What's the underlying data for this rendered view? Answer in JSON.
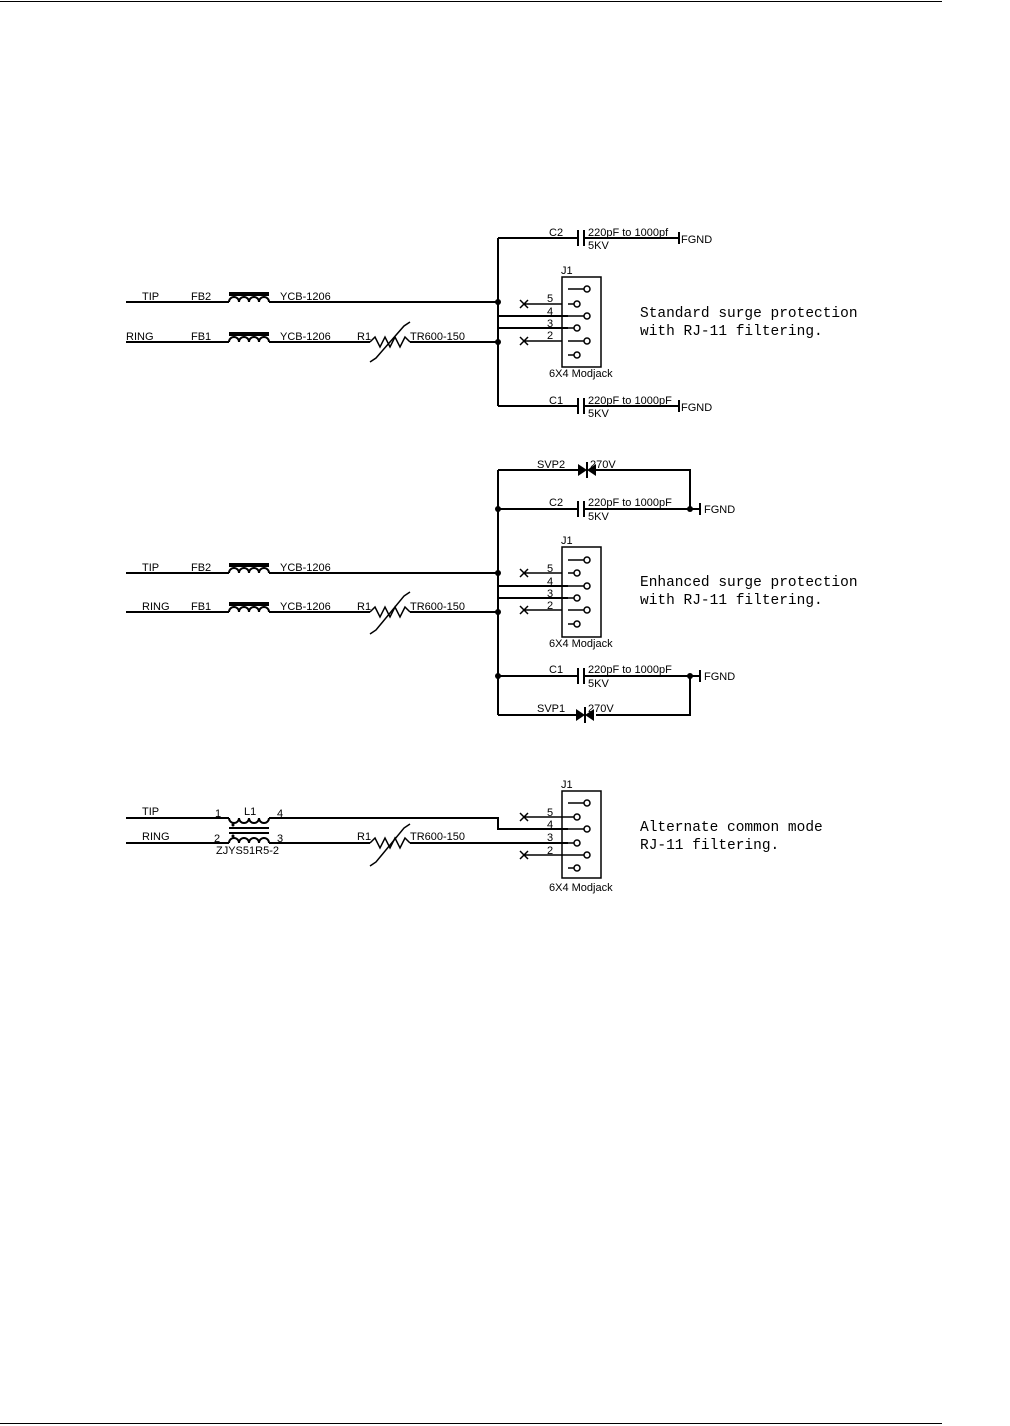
{
  "diagrams": [
    {
      "caption": [
        "Standard surge protection",
        "with RJ-11 filtering."
      ],
      "labels": {
        "tip": "TIP",
        "ring": "RING",
        "fb2": "FB2",
        "fb1": "FB1",
        "fb2_part": "YCB-1206",
        "fb1_part": "YCB-1206",
        "r1": "R1",
        "r1_part": "TR600-150",
        "c2": "C2",
        "c2_value": "220pF to 1000pf",
        "c2_voltage": "5KV",
        "c2_gnd": "FGND",
        "c1": "C1",
        "c1_value": "220pF to 1000pF",
        "c1_voltage": "5KV",
        "c1_gnd": "FGND",
        "jack": "J1",
        "jack_part": "6X4 Modjack",
        "pins": [
          "5",
          "4",
          "3",
          "2"
        ]
      }
    },
    {
      "caption": [
        "Enhanced surge protection",
        "with RJ-11 filtering."
      ],
      "labels": {
        "tip": "TIP",
        "ring": "RING",
        "fb2": "FB2",
        "fb1": "FB1",
        "fb2_part": "YCB-1206",
        "fb1_part": "YCB-1206",
        "r1": "R1",
        "r1_part": "TR600-150",
        "svp2": "SVP2",
        "svp2_value": "270V",
        "svp1": "SVP1",
        "svp1_value": "270V",
        "c2": "C2",
        "c2_value": "220pF to 1000pF",
        "c2_voltage": "5KV",
        "c2_gnd": "FGND",
        "c1": "C1",
        "c1_value": "220pF to 1000pF",
        "c1_voltage": "5KV",
        "c1_gnd": "FGND",
        "jack": "J1",
        "jack_part": "6X4 Modjack",
        "pins": [
          "5",
          "4",
          "3",
          "2"
        ]
      }
    },
    {
      "caption": [
        "Alternate common mode",
        "RJ-11 filtering."
      ],
      "labels": {
        "tip": "TIP",
        "ring": "RING",
        "l1": "L1",
        "l1_part": "ZJYS51R5-2",
        "l1_pins": [
          "1",
          "4",
          "2",
          "3"
        ],
        "r1": "R1",
        "r1_part": "TR600-150",
        "jack": "J1",
        "jack_part": "6X4 Modjack",
        "pins": [
          "5",
          "4",
          "3",
          "2"
        ]
      }
    }
  ]
}
